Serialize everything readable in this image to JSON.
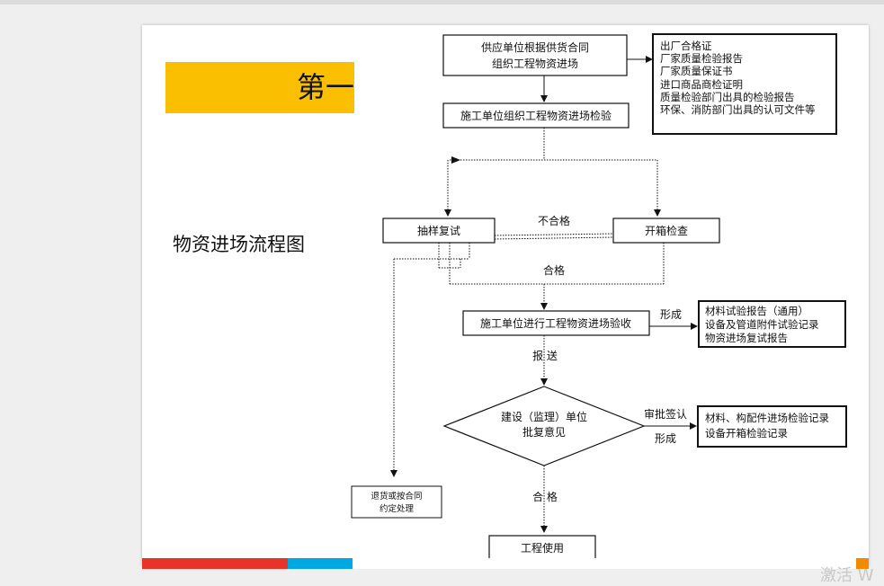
{
  "banner": {
    "text": "第一"
  },
  "slide_heading": "物资进场流程图",
  "diagram": {
    "supplier_box": [
      "供应单位根据供货合同",
      "组织工程物资进场"
    ],
    "docs_box": [
      "出厂合格证",
      "厂家质量检验报告",
      "厂家质量保证书",
      "进口商品商检证明",
      "质量检验部门出具的检验报告",
      "环保、消防部门出具的认可文件等"
    ],
    "inspection_box": "施工单位组织工程物资进场检验",
    "sampling_box": "抽样复试",
    "unpack_box": "开箱检查",
    "unqualified_label": "不合格",
    "qualified_label": "合格",
    "acceptance_box": "施工单位进行工程物资进场验收",
    "form_label_1": "形成",
    "report_box": [
      "材料试验报告（通用）",
      "设备及管道附件试验记录",
      "物资进场复试报告"
    ],
    "submit_label": "报 送",
    "supervisor_diamond": [
      "建设（监理）单位",
      "批复意见"
    ],
    "approve_label": "审批签认",
    "form_label_2": "形成",
    "record_box": [
      "材料、构配件进场检验记录",
      "设备开箱检验记录"
    ],
    "return_box": [
      "退货或按合同",
      "约定处理"
    ],
    "pass_label": "合 格",
    "use_box": "工程使用"
  },
  "bottom_bar_colors": [
    "#e8332b",
    "#00a8e1",
    "#ffffff",
    "#f08a00"
  ],
  "watermark": "激活 W"
}
